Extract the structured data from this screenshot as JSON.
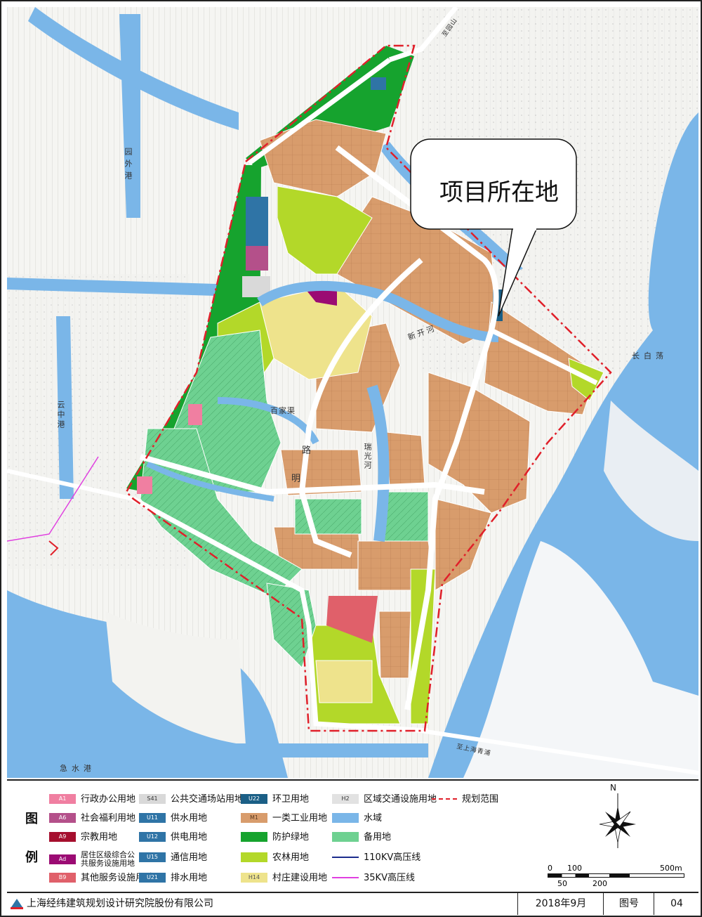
{
  "map_labels": {
    "river_yuanwai": "园外港",
    "river_changbai": "长白荡",
    "river_baijiaqu": "百家渠",
    "river_xinkaihe": "新开河",
    "river_jiguang": "瑞光河",
    "river_jishui": "急水港",
    "road_ming": "明",
    "road_lu": "路",
    "road_to_qingpu": "至上海青浦",
    "road_ziyuan": "至园山",
    "river_yunzhong": "云中港"
  },
  "callout": {
    "text": "项目所在地"
  },
  "legend": {
    "title_chars": [
      "图",
      "例"
    ],
    "items": [
      {
        "code": "A1",
        "label": "行政办公用地",
        "color": "#f07fa1"
      },
      {
        "code": "A6",
        "label": "社会福利用地",
        "color": "#b4508a"
      },
      {
        "code": "A9",
        "label": "宗教用地",
        "color": "#a50f2e"
      },
      {
        "code": "Ad",
        "label": "居住区级综合公共服务设施用地",
        "color": "#9b0b73"
      },
      {
        "code": "B9",
        "label": "其他服务设施用地",
        "color": "#e0606a"
      },
      {
        "code": "S41",
        "label": "公共交通场站用地",
        "color": "#d9d9d9"
      },
      {
        "code": "U11",
        "label": "供水用地",
        "color": "#2f74a6"
      },
      {
        "code": "U12",
        "label": "供电用地",
        "color": "#2f74a6"
      },
      {
        "code": "U15",
        "label": "通信用地",
        "color": "#2f74a6"
      },
      {
        "code": "U21",
        "label": "排水用地",
        "color": "#2f74a6"
      },
      {
        "code": "U22",
        "label": "环卫用地",
        "color": "#1b5f86"
      },
      {
        "code": "M1",
        "label": "一类工业用地",
        "color": "#d89c6c"
      },
      {
        "code": "",
        "label": "防护绿地",
        "color": "#16a32e"
      },
      {
        "code": "",
        "label": "农林用地",
        "color": "#b3d829"
      },
      {
        "code": "H14",
        "label": "村庄建设用地",
        "color": "#eee38c"
      },
      {
        "code": "H2",
        "label": "区域交通设施用地",
        "color": "#e2e2e2"
      },
      {
        "code": "",
        "label": "规划范围",
        "color": "#e0202a"
      },
      {
        "code": "",
        "label": "水域",
        "color": "#7ab6e8"
      },
      {
        "code": "",
        "label": "备用地",
        "color": "#6ed191"
      },
      {
        "code": "",
        "label": "110KV高压线",
        "color": "#1c2c8c"
      },
      {
        "code": "",
        "label": "35KV高压线",
        "color": "#e040e0"
      }
    ]
  },
  "compass": {
    "north_label": "N"
  },
  "scale_bar": {
    "top_labels": [
      "0",
      "100",
      "500m"
    ],
    "bottom_labels": [
      "50",
      "200"
    ]
  },
  "footer": {
    "company": "上海经纬建筑规划设计研究院股份有限公司",
    "date": "2018年9月",
    "figure_label": "图号",
    "figure_number": "04"
  }
}
